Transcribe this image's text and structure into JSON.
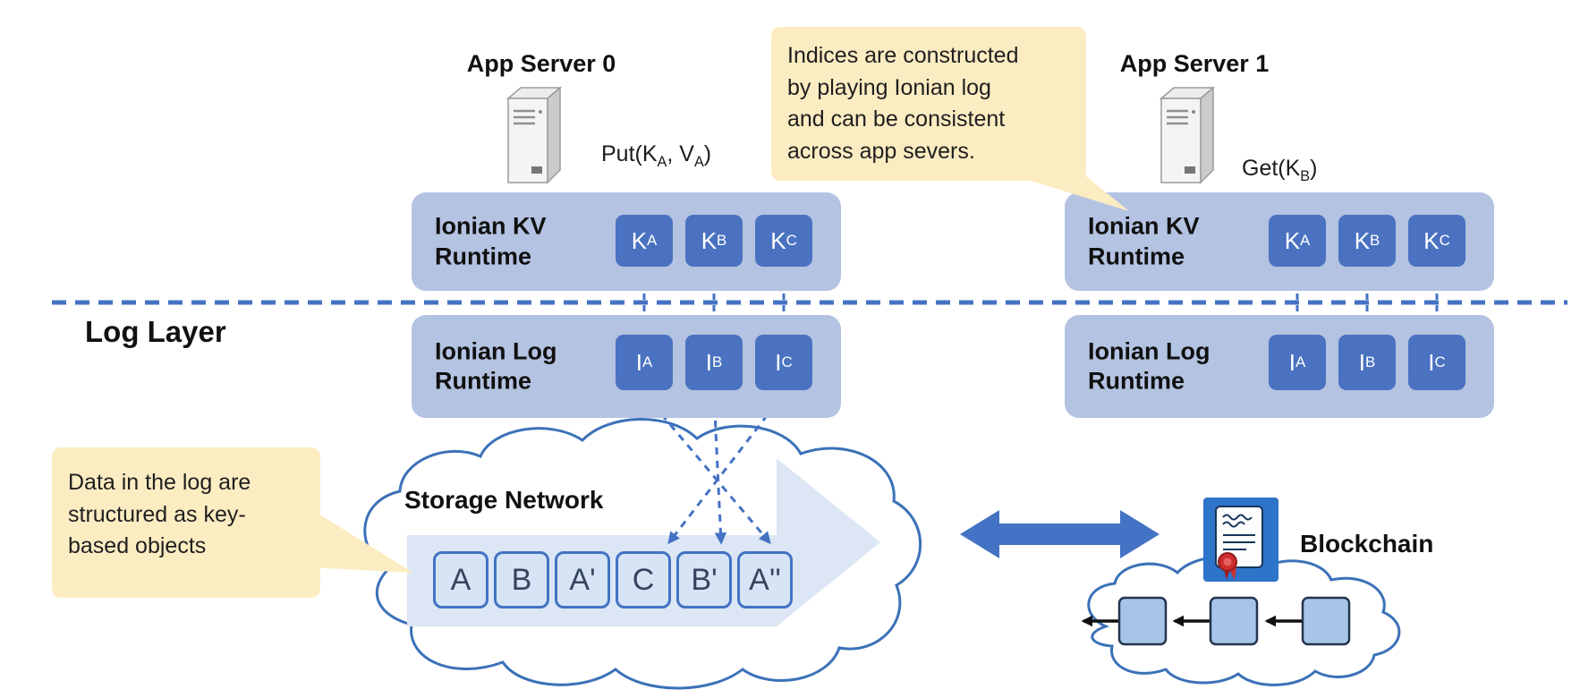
{
  "log_layer_label": "Log Layer",
  "servers": {
    "server0": {
      "title": "App Server 0",
      "operation_parts": [
        {
          "text": "Put(K"
        },
        {
          "sub": "A"
        },
        {
          "text": ", V"
        },
        {
          "sub": "A"
        },
        {
          "text": ")"
        }
      ]
    },
    "server1": {
      "title": "App Server 1",
      "operation_parts": [
        {
          "text": "Get(K"
        },
        {
          "sub": "B"
        },
        {
          "text": ")"
        }
      ]
    }
  },
  "callouts": {
    "top": {
      "text": "Indices are constructed\nby playing Ionian log\nand can be consistent\nacross app severs."
    },
    "bottom": {
      "text": "Data in the log are\nstructured as key-\nbased objects"
    }
  },
  "kv_runtime": {
    "label": "Ionian KV\nRuntime",
    "keys": [
      [
        {
          "text": "K"
        },
        {
          "sub": "A"
        }
      ],
      [
        {
          "text": "K"
        },
        {
          "sub": "B"
        }
      ],
      [
        {
          "text": "K"
        },
        {
          "sub": "C"
        }
      ]
    ]
  },
  "log_runtime": {
    "label": "Ionian Log\nRuntime",
    "indices": [
      [
        {
          "text": "I"
        },
        {
          "sub": "A"
        }
      ],
      [
        {
          "text": "I"
        },
        {
          "sub": "B"
        }
      ],
      [
        {
          "text": "I"
        },
        {
          "sub": "C"
        }
      ]
    ]
  },
  "storage": {
    "title": "Storage Network",
    "blocks": [
      "A",
      "B",
      "A'",
      "C",
      "B'",
      "A''"
    ]
  },
  "blockchain": {
    "label": "Blockchain"
  },
  "colors": {
    "accent_blue": "#4472c4",
    "runtime_fill": "#b4c3e2",
    "chip_fill": "#4a72c0",
    "callout_fill": "#fcecc2",
    "storage_block_fill": "#d6e4f5",
    "storage_block_border": "#4273c3",
    "cloud_stroke": "#3b71b8",
    "pale_arrow_fill": "#dce6f4",
    "chain_box_fill": "#a6c5e8",
    "seal_red": "#cf2c2c"
  }
}
